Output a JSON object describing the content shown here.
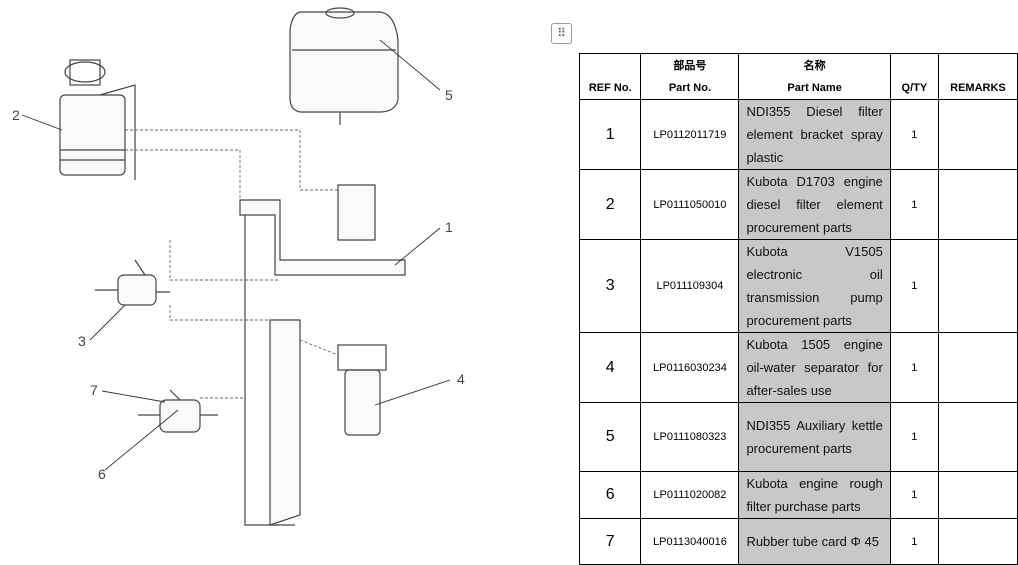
{
  "diagram": {
    "callouts": [
      "1",
      "2",
      "3",
      "4",
      "5",
      "6",
      "7"
    ]
  },
  "table": {
    "headers": {
      "ref": "REF No.",
      "part_no_cn": "部品号",
      "part_no": "Part No.",
      "name_cn": "名称",
      "name": "Part Name",
      "qty": "Q/TY",
      "remarks": "REMARKS"
    },
    "rows": [
      {
        "ref": "1",
        "part_no": "LP0112011719",
        "name": "NDI355 Diesel filter element bracket spray plastic",
        "qty": "1",
        "remarks": ""
      },
      {
        "ref": "2",
        "part_no": "LP0111050010",
        "name": "Kubota D1703 engine diesel filter element procurement parts",
        "qty": "1",
        "remarks": ""
      },
      {
        "ref": "3",
        "part_no": "LP011109304",
        "name": "Kubota V1505 electronic oil transmission pump procurement parts",
        "qty": "1",
        "remarks": ""
      },
      {
        "ref": "4",
        "part_no": "LP0116030234",
        "name": "Kubota 1505 engine oil-water separator for after-sales use",
        "qty": "1",
        "remarks": ""
      },
      {
        "ref": "5",
        "part_no": "LP0111080323",
        "name": "NDI355 Auxiliary kettle procurement parts",
        "qty": "1",
        "remarks": ""
      },
      {
        "ref": "6",
        "part_no": "LP0111020082",
        "name": "Kubota engine rough filter purchase parts",
        "qty": "1",
        "remarks": ""
      },
      {
        "ref": "7",
        "part_no": "LP0113040016",
        "name": "Rubber tube card Φ 45",
        "qty": "1",
        "remarks": ""
      }
    ]
  }
}
